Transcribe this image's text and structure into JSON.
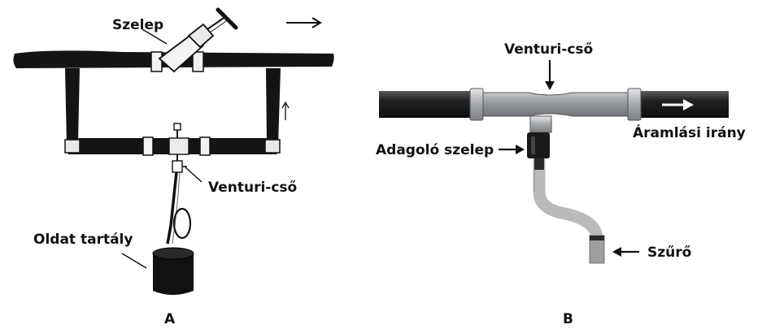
{
  "panel_a": {
    "label_valve": "Szelep",
    "label_venturi": "Venturi-cső",
    "label_tank": "Oldat tartály",
    "caption": "A"
  },
  "panel_b": {
    "label_venturi": "Venturi-cső",
    "label_dosing_valve": "Adagoló szelep",
    "label_flow": "Áramlási irány",
    "label_filter": "Szűrő",
    "caption": "B"
  },
  "colors": {
    "pipe_dark": "#1c1c1c",
    "venturi_grey": "#8f9296",
    "hose_grey": "#b9bbbd",
    "ink": "#111111"
  },
  "icons": [
    "flow-arrow-icon",
    "pointer-arrow-icon",
    "valve-handle-icon"
  ]
}
